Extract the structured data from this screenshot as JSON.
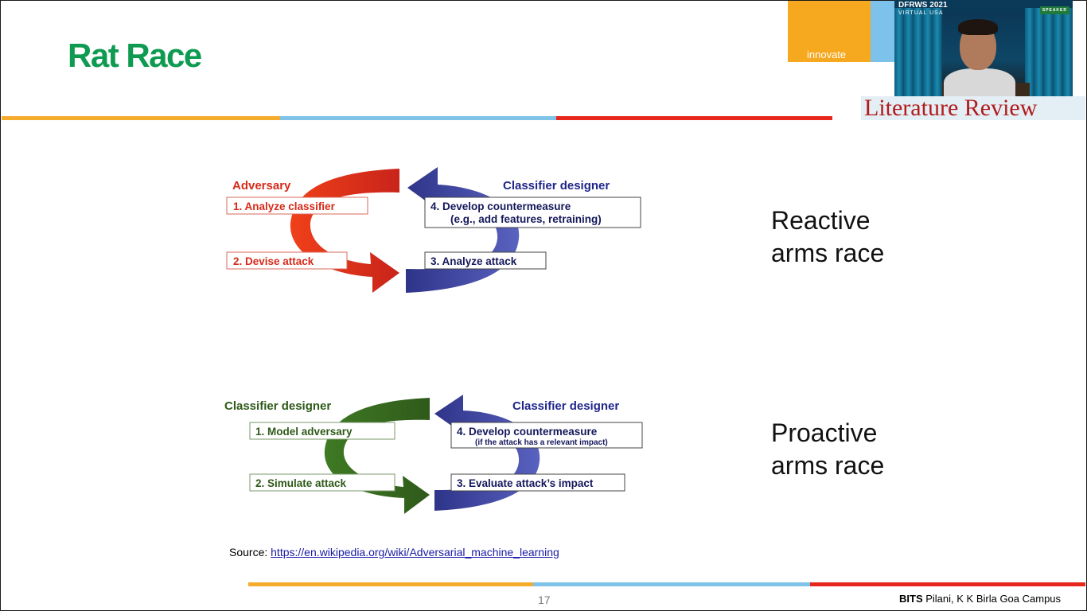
{
  "slide": {
    "title": "Rat Race",
    "section_label": "Literature Review",
    "brand_label": "innovate",
    "page_number": "17",
    "footer_bold": "BITS",
    "footer_rest": " Pilani, K K Birla Goa Campus",
    "source_prefix": "Source: ",
    "source_link": "https://en.wikipedia.org/wiki/Adversarial_machine_learning"
  },
  "webcam": {
    "logo_top": "DFRWS 2021",
    "logo_bottom": "VIRTUAL USA",
    "badge": "SPEAKER"
  },
  "reactive": {
    "label_line1": "Reactive",
    "label_line2": "arms race",
    "left_header": "Adversary",
    "right_header": "Classifier designer",
    "step1": "1.  Analyze classifier",
    "step2": "2.  Devise attack",
    "step3": "3.  Analyze attack",
    "step4_line1": "4.  Develop countermeasure",
    "step4_line2": "(e.g., add features, retraining)",
    "left_color": "#e8341a",
    "right_color": "#3a3f9a"
  },
  "proactive": {
    "label_line1": "Proactive",
    "label_line2": "arms race",
    "left_header": "Classifier designer",
    "right_header": "Classifier designer",
    "step1": "1.  Model adversary",
    "step2": "2.  Simulate attack",
    "step3": "3.  Evaluate attack’s impact",
    "step4_line1": "4.  Develop countermeasure",
    "step4_line2": "(if the attack has a relevant impact)",
    "left_color": "#3f6d22",
    "right_color": "#3a3f9a"
  }
}
